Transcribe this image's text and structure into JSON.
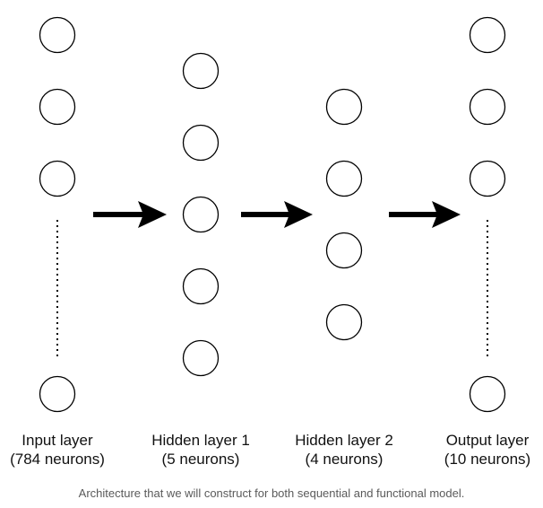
{
  "layers": [
    {
      "name": "Input layer",
      "count": "(784 neurons)",
      "shown_neurons": 4,
      "truncated": true
    },
    {
      "name": "Hidden layer 1",
      "count": "(5 neurons)",
      "shown_neurons": 5,
      "truncated": false
    },
    {
      "name": "Hidden layer 2",
      "count": "(4 neurons)",
      "shown_neurons": 4,
      "truncated": false
    },
    {
      "name": "Output layer",
      "count": "(10 neurons)",
      "shown_neurons": 4,
      "truncated": true
    }
  ],
  "caption": "Architecture that we will construct for both sequential and functional model.",
  "colors": {
    "stroke": "#000000",
    "caption": "#5a5a5a"
  }
}
